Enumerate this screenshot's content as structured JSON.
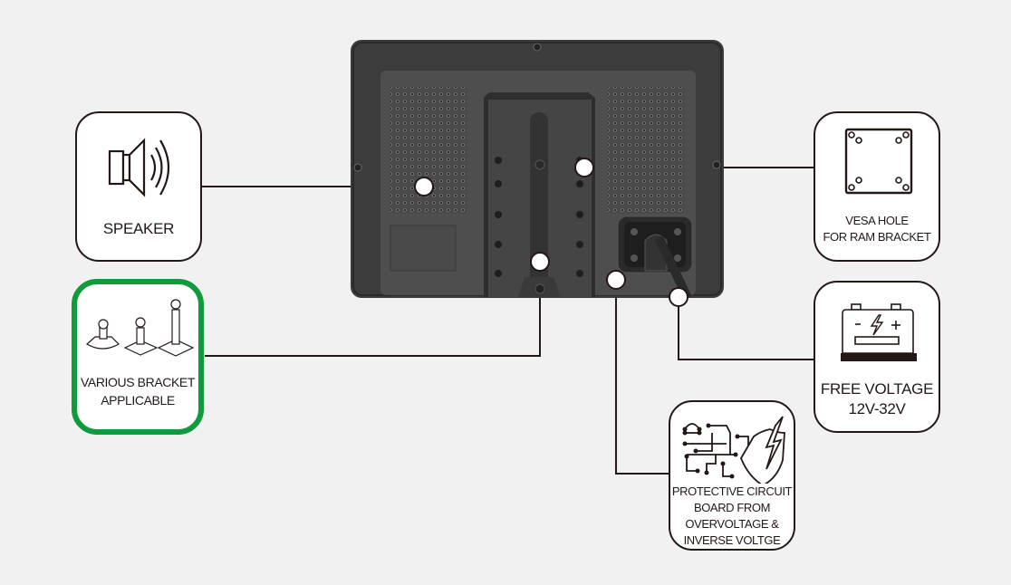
{
  "product": {
    "name": "monitor-rear-view",
    "body_color": "#3c3c3c",
    "panel_color": "#505050"
  },
  "features": {
    "speaker": {
      "label": "SPEAKER",
      "icon": "speaker-icon"
    },
    "bracket": {
      "label_line1": "VARIOUS BRACKET",
      "label_line2": "APPLICABLE",
      "icon": "bracket-stands-icon",
      "highlight_color": "#0f9a3c"
    },
    "vesa": {
      "label_line1": "VESA HOLE",
      "label_line2": "FOR RAM BRACKET",
      "icon": "vesa-plate-icon"
    },
    "voltage": {
      "label_line1": "FREE VOLTAGE",
      "label_line2": "12V-32V",
      "icon": "battery-icon"
    },
    "protection": {
      "label_line1": "PROTECTIVE CIRCUIT",
      "label_line2": "BOARD FROM",
      "label_line3": "OVERVOLTAGE &",
      "label_line4": "INVERSE VOLTGE",
      "icon": "circuit-shield-icon"
    }
  },
  "colors": {
    "background": "#f1f1f1",
    "line": "#231815",
    "accent_green": "#0f9a3c"
  }
}
